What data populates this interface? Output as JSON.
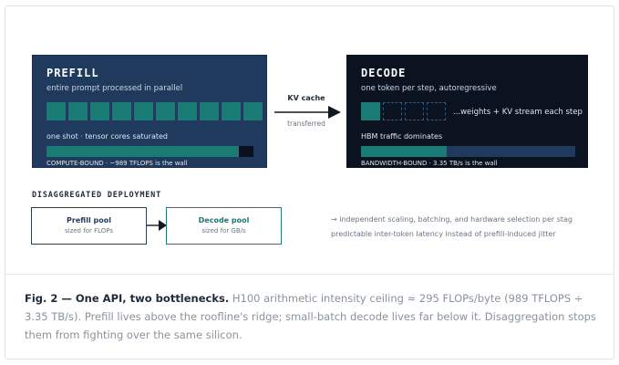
{
  "prefill": {
    "title": "PREFILL",
    "subtitle": "entire prompt processed in parallel",
    "note": "one shot · tensor cores saturated",
    "footer": "COMPUTE-BOUND · ~989 TFLOPS is the wall",
    "bar_fraction": 0.93,
    "cell_count": 10
  },
  "transfer": {
    "label": "KV cache",
    "sublabel": "transferred"
  },
  "decode": {
    "title": "DECODE",
    "subtitle": "one token per step, autoregressive",
    "weights_text": "...weights + KV stream each step",
    "note": "HBM traffic dominates",
    "footer": "BANDWIDTH-BOUND · 3.35 TB/s is the wall",
    "bar_fraction": 0.4,
    "filled_cells": 1,
    "empty_cells": 3
  },
  "deployment": {
    "title": "DISAGGREGATED DEPLOYMENT",
    "prefill_pool": {
      "title": "Prefill pool",
      "sub": "sized for FLOPs"
    },
    "decode_pool": {
      "title": "Decode pool",
      "sub": "sized for GB/s"
    },
    "note1": "→ independent scaling, batching, and hardware selection per stag",
    "note2": "predictable inter-token latency instead of prefill-induced jitter"
  },
  "caption": {
    "bold": "Fig. 2 — One API, two bottlenecks.",
    "text": "H100 arithmetic intensity ceiling ≈ 295 FLOPs/byte (989 TFLOPS ÷ 3.35 TB/s). Prefill lives above the roofline's ridge; small-batch decode lives far below it. Disaggregation stops them from fighting over the same silicon."
  },
  "colors": {
    "prefill_panel": "#1f3a5c",
    "decode_panel": "#0b1220",
    "accent_teal": "#1a7a74"
  }
}
